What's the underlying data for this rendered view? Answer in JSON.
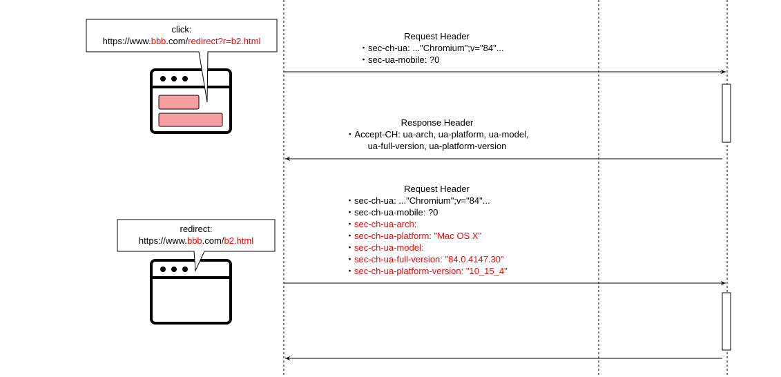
{
  "colors": {
    "highlight": "#ff0000",
    "field_fill": "#f8a0a0",
    "line": "#000000"
  },
  "callouts": [
    {
      "caption": "click:",
      "url_parts": [
        {
          "text": "https://www.",
          "highlight": false
        },
        {
          "text": "bbb",
          "highlight": true
        },
        {
          "text": ".com/",
          "highlight": false
        },
        {
          "text": "redirect?r=b2.html",
          "highlight": true
        }
      ]
    },
    {
      "caption": "redirect:",
      "url_parts": [
        {
          "text": "https://www.",
          "highlight": false
        },
        {
          "text": "bbb",
          "highlight": true
        },
        {
          "text": ".com/",
          "highlight": false
        },
        {
          "text": "b2.html",
          "highlight": true
        }
      ]
    }
  ],
  "messages": [
    {
      "title": "Request Header",
      "bullet": "・",
      "lines": [
        {
          "text": "sec-ch-ua: ...\"Chromium\";v=\"84\"...",
          "highlight": false
        },
        {
          "text": "sec-ua-mobile: ?0",
          "highlight": false
        }
      ]
    },
    {
      "title": "Response Header",
      "bullet": "・",
      "lines": [
        {
          "text": "Accept-CH: ua-arch, ua-platform, ua-model,",
          "highlight": false
        },
        {
          "text": "ua-full-version, ua-platform-version",
          "highlight": false
        }
      ]
    },
    {
      "title": "Request Header",
      "bullet": "・",
      "lines": [
        {
          "text": "sec-ch-ua: ...\"Chromium\";v=\"84\"...",
          "highlight": false
        },
        {
          "text": "sec-ch-ua-mobile: ?0",
          "highlight": false
        },
        {
          "text": "sec-ch-ua-arch:",
          "highlight": true
        },
        {
          "text": "sec-ch-ua-platform: \"Mac OS X\"",
          "highlight": true
        },
        {
          "text": "sec-ch-ua-model:",
          "highlight": true
        },
        {
          "text": "sec-ch-ua-full-version: \"84.0.4147.30\"",
          "highlight": true
        },
        {
          "text": "sec-ch-ua-platform-version: \"10_15_4\"",
          "highlight": true
        }
      ]
    }
  ]
}
